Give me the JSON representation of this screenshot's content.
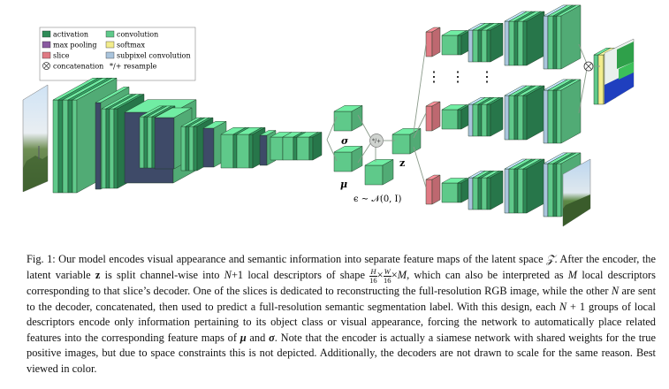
{
  "legend": {
    "items": [
      {
        "label": "activation",
        "color": "#2e8b57"
      },
      {
        "label": "convolution",
        "color": "#5fc98a"
      },
      {
        "label": "max pooling",
        "color": "#8a5aa0"
      },
      {
        "label": "softmax",
        "color": "#f2ec8c"
      },
      {
        "label": "slice",
        "color": "#e07a84"
      },
      {
        "label": "subpixel convolution",
        "color": "#a9c4dc"
      }
    ],
    "concat_label": "concatenation",
    "resample_label": "*/+ resample"
  },
  "figure_labels": {
    "sigma": "σ",
    "mu": "μ",
    "z": "z",
    "resample_symbol": "*/+",
    "epsilon": "ϵ ∼ 𝒩(0, I)",
    "vdots": "⋮"
  },
  "colors": {
    "activation": "#2e8b57",
    "convolution": "#5fc98a",
    "convolution_light": "#8fdcae",
    "pooling_face": "#3e4a68",
    "slice": "#e07a84",
    "subpixel": "#a9c4dc",
    "softmax": "#f2ec8c",
    "seg_blue": "#1f3fbf",
    "seg_green": "#2fa04a"
  },
  "caption": {
    "p1": "Fig. 1: Our model encodes visual appearance and semantic information into separate feature maps of the latent space ",
    "calZ": "𝒵",
    "p2": ". After the encoder, the latent variable ",
    "z": "z",
    "p3": " is split channel-wise into ",
    "N1": "N",
    "p4": "+1 local descriptors of shape ",
    "fracH_n": "H",
    "fracH_d": "16",
    "times1": "×",
    "fracW_n": "W",
    "fracW_d": "16",
    "times2": "×",
    "M1": "M",
    "p5": ", which can also be interpreted as ",
    "M2": "M",
    "p6": " local descriptors corresponding to that slice’s decoder. One of the slices is dedicated to reconstructing the full-resolution RGB image, while the other ",
    "N2": "N",
    "p7": " are sent to the decoder, concatenated, then used to predict a full-resolution semantic segmentation label. With this design, each ",
    "N3": "N",
    "p8": " + 1 groups of local descriptors encode only information pertaining to its object class or visual appearance, forcing the network to automatically place related features into the corresponding feature maps of ",
    "mu": "μ",
    "and": " and ",
    "sigma": "σ",
    "p9": ". Note that the encoder is actually a siamese network with shared weights for the true positive images, but due to space constraints this is not depicted. Additionally, the decoders are not drawn to scale for the same reason. Best viewed in color."
  }
}
